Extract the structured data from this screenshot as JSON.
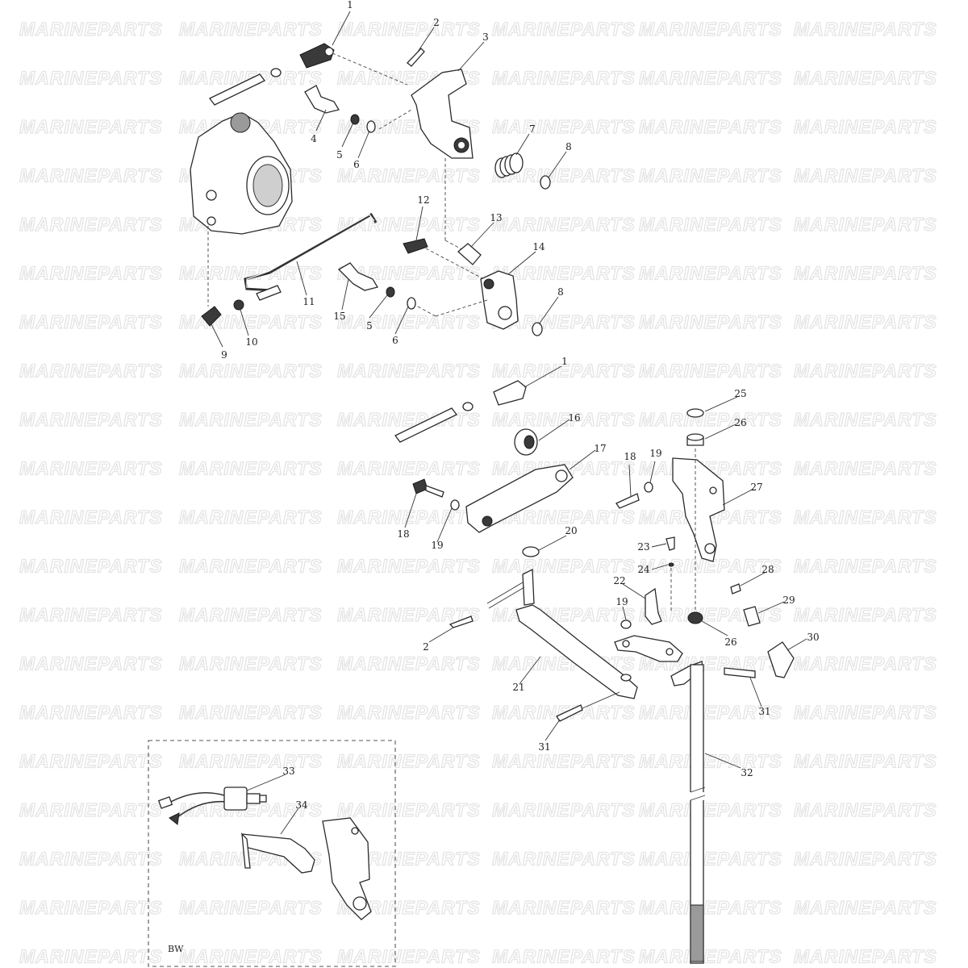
{
  "watermark": {
    "text": "MARINEPARTS"
  },
  "callouts": {
    "c1a": "1",
    "c2a": "2",
    "c3": "3",
    "c4": "4",
    "c5a": "5",
    "c6a": "6",
    "c7": "7",
    "c8a": "8",
    "c9": "9",
    "c10": "10",
    "c11": "11",
    "c12": "12",
    "c13": "13",
    "c14": "14",
    "c15": "15",
    "c5b": "5",
    "c6b": "6",
    "c8b": "8",
    "c1b": "1",
    "c16": "16",
    "c17": "17",
    "c18a": "18",
    "c19a": "19",
    "c18b": "18",
    "c19b": "19",
    "c20": "20",
    "c25": "25",
    "c26a": "26",
    "c27": "27",
    "c23": "23",
    "c24": "24",
    "c22": "22",
    "c28": "28",
    "c29": "29",
    "c19c": "19",
    "c26b": "26",
    "c30": "30",
    "c2b": "2",
    "c21": "21",
    "c31a": "31",
    "c31b": "31",
    "c32": "32",
    "c33": "33",
    "c34": "34"
  },
  "inset": {
    "caption": "BW"
  }
}
